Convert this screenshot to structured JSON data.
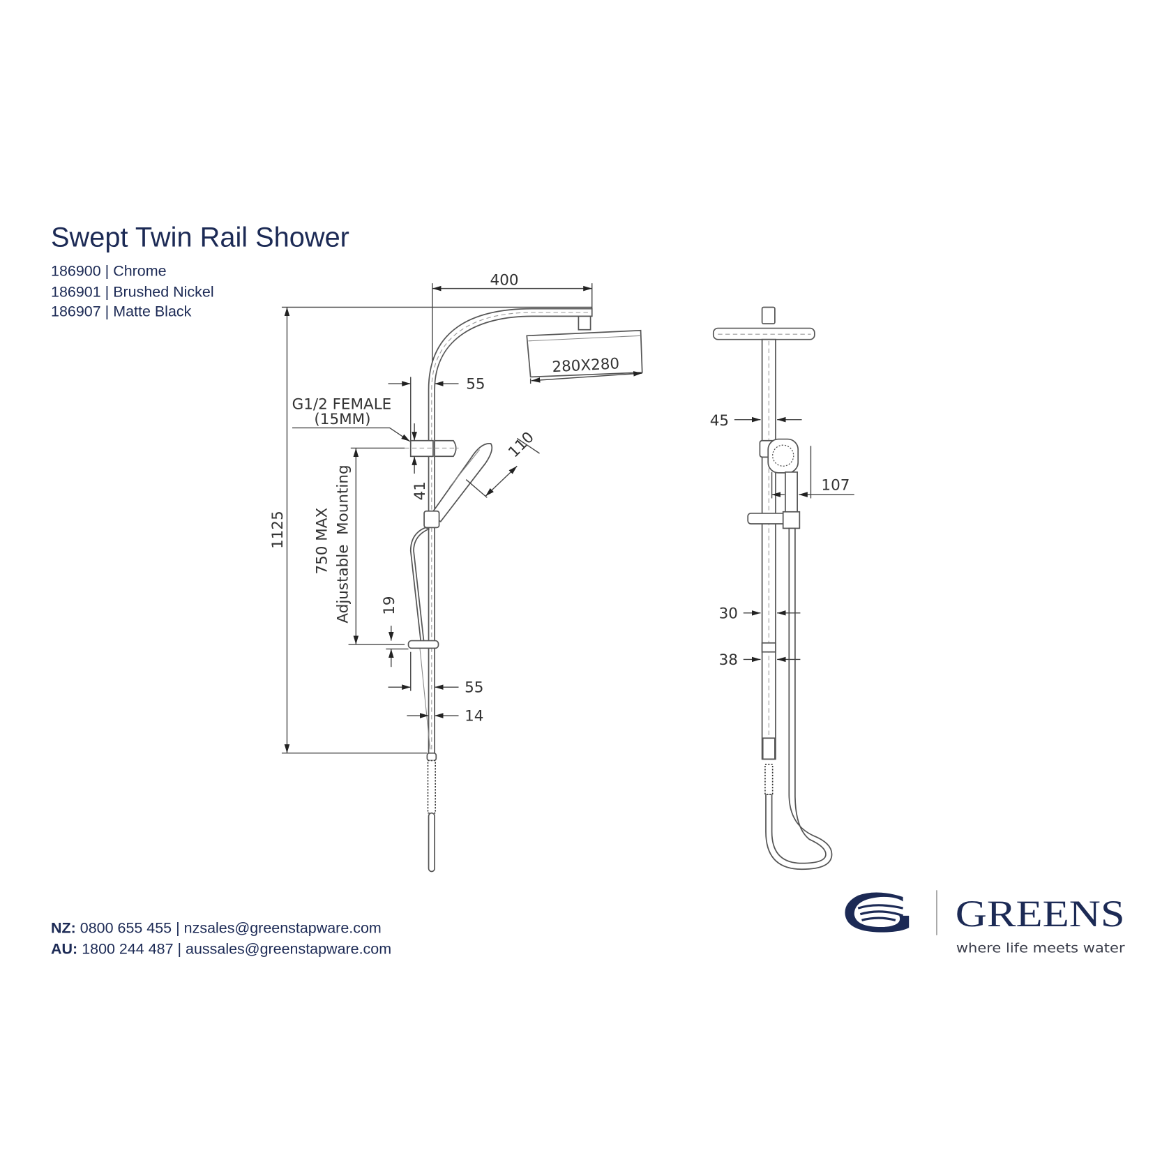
{
  "title": "Swept Twin Rail Shower",
  "variants": [
    {
      "code": "186900",
      "finish": "Chrome"
    },
    {
      "code": "186901",
      "finish": "Brushed Nickel"
    },
    {
      "code": "186907",
      "finish": "Matte Black"
    }
  ],
  "separator": "|",
  "side_view": {
    "width_arm": "400",
    "total_height": "1125",
    "head_size": "280X280",
    "arm_offset": "55",
    "inlet_label": "G1/2 FEMALE",
    "inlet_size": "(15MM)",
    "elbow_height": "41",
    "mount_max": "750 MAX",
    "mount_label": "Adjustable  Mounting",
    "handshower_width": "110",
    "slider_height": "19",
    "rail_offset": "55",
    "rail_dia": "14"
  },
  "front_view": {
    "holder_width": "45",
    "handshower_width": "107",
    "rail_width": "30",
    "bracket_width": "38"
  },
  "contacts": [
    {
      "region": "NZ:",
      "phone": "0800 655 455",
      "email": "nzsales@greenstapware.com"
    },
    {
      "region": "AU:",
      "phone": "1800 244 487",
      "email": "aussales@greenstapware.com"
    }
  ],
  "brand": {
    "name": "GREENS",
    "tagline": "where life meets water",
    "logo_letter": "G",
    "color": "#1c2a55"
  }
}
